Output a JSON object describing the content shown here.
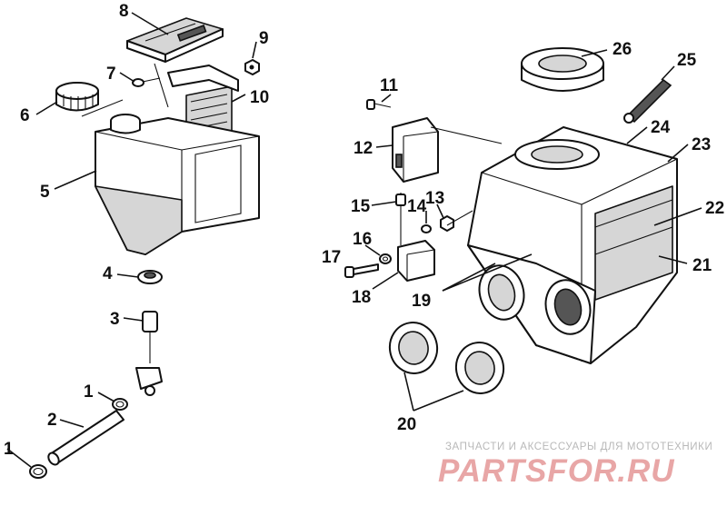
{
  "callouts": {
    "c1a": "1",
    "c1b": "1",
    "c2": "2",
    "c3": "3",
    "c4": "4",
    "c5": "5",
    "c6": "6",
    "c7": "7",
    "c8": "8",
    "c9": "9",
    "c10": "10",
    "c11": "11",
    "c12": "12",
    "c13": "13",
    "c14": "14",
    "c15": "15",
    "c16": "16",
    "c17": "17",
    "c18": "18",
    "c19": "19",
    "c20": "20",
    "c21": "21",
    "c22": "22",
    "c23": "23",
    "c24": "24",
    "c25": "25",
    "c26": "26"
  },
  "watermark": {
    "caption": "ЗАПЧАСТИ И АКСЕССУАРЫ ДЛЯ МОТОТЕХНИКИ",
    "logo_text": "PARTSFOR.RU",
    "logo_color": "#e8a6a6"
  }
}
